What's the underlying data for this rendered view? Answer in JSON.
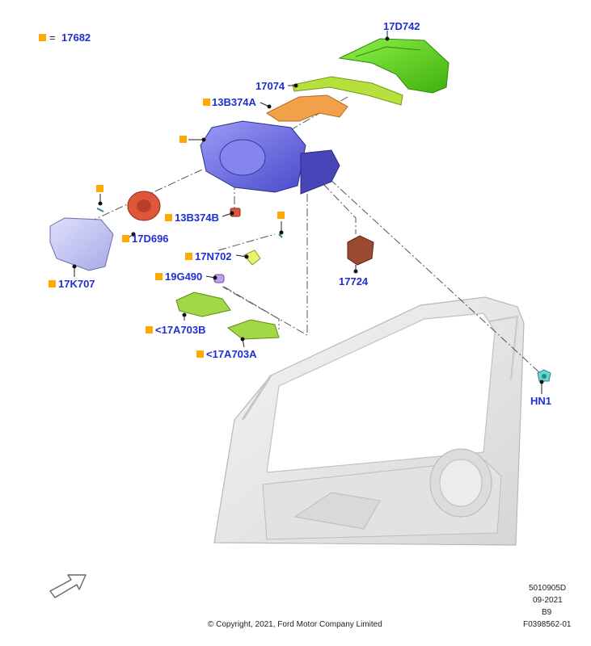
{
  "legend": {
    "equals": "=",
    "code": "17682"
  },
  "labels": {
    "p17D742": "17D742",
    "p17074": "17074",
    "p13B374A": "13B374A",
    "p13B374B": "13B374B",
    "p17D696": "17D696",
    "p17K707": "17K707",
    "p17N702": "17N702",
    "p19G490": "19G490",
    "p17A703B": "<17A703B",
    "p17A703A": "<17A703A",
    "p17724": "17724",
    "pHN1": "HN1"
  },
  "footer": {
    "code1": "5010905D",
    "date": "09-2021",
    "rev": "B9",
    "figure": "F0398562-01",
    "copyright": "© Copyright, 2021, Ford Motor Company Limited"
  },
  "colors": {
    "label": "#1f2fd4",
    "marker": "#ffaa00",
    "cover": "#5fd21e",
    "trim": "#b6e03c",
    "housing": "#6f6fe6",
    "bracket": "#f2a14a",
    "motor": "#e0563a",
    "glass": "#c7c9f2",
    "door": "#e9e9e9"
  }
}
